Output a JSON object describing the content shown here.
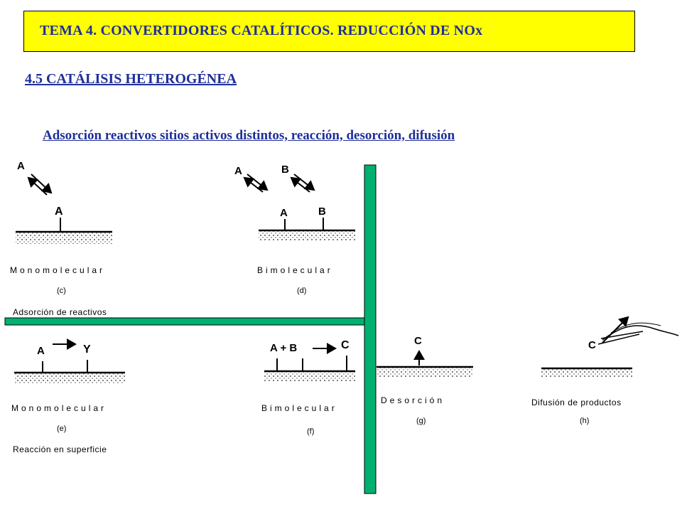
{
  "title": "TEMA 4. CONVERTIDORES CATALÍTICOS. REDUCCIÓN DE NOx",
  "subtitle": "4.5 CATÁLISIS HETEROGÉNEA",
  "heading": "Adsorción reactivos sitios activos distintos, reacción, desorción, difusión",
  "colors": {
    "title_bg": "#ffff00",
    "title_text": "#1f2f9a",
    "divider": "#00b070"
  },
  "panels": {
    "c": {
      "species": "A",
      "caption": "Monomolecular",
      "label": "(c)"
    },
    "d": {
      "species_a": "A",
      "species_b": "B",
      "caption": "Bimolecular",
      "label": "(d)"
    },
    "adsorption_title": "Adsorción de reactivos",
    "e": {
      "reactant": "A",
      "product": "Y",
      "caption": "Monomolecular",
      "label": "(e)"
    },
    "f": {
      "reactants": "A + B",
      "product": "C",
      "caption": "Bimolecular",
      "label": "(f)"
    },
    "reaction_title": "Reacción en superficie",
    "g": {
      "species": "C",
      "caption": "Desorción",
      "label": "(g)"
    },
    "h": {
      "species": "C",
      "caption": "Difusión de productos",
      "label": "(h)"
    }
  }
}
